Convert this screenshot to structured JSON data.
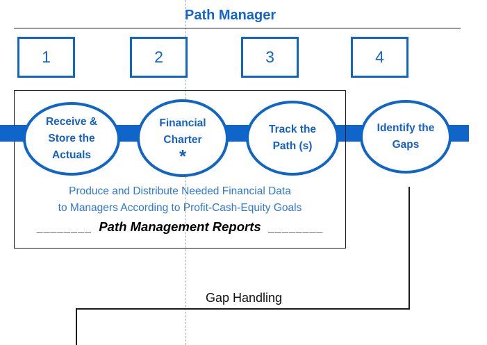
{
  "title": "Path Manager",
  "colors": {
    "accent_blue": "#0f65c8",
    "text_blue_bold": "#1460c7",
    "paragraph_blue": "#2e77dc",
    "line_black": "#1a1a1a",
    "dashed_gray": "#a8a8a8"
  },
  "step_boxes": [
    {
      "number": "1"
    },
    {
      "number": "2"
    },
    {
      "number": "3"
    },
    {
      "number": "4"
    }
  ],
  "circles": [
    {
      "lines": [
        "Receive &",
        "Store the",
        "Actuals"
      ]
    },
    {
      "lines": [
        "Financial",
        "Charter"
      ],
      "asterisk": "*"
    },
    {
      "lines": [
        "Track the",
        "Path (s)"
      ]
    },
    {
      "lines": [
        "Identify the",
        "Gaps"
      ]
    }
  ],
  "rect_paragraph": {
    "line1": "Produce and Distribute Needed Financial Data",
    "line2": "to Managers According to Profit-Cash-Equity Goals"
  },
  "reports": {
    "underscore_left": "________",
    "label": "Path Management Reports",
    "underscore_right": "________"
  },
  "gap_handling_label": "Gap Handling"
}
